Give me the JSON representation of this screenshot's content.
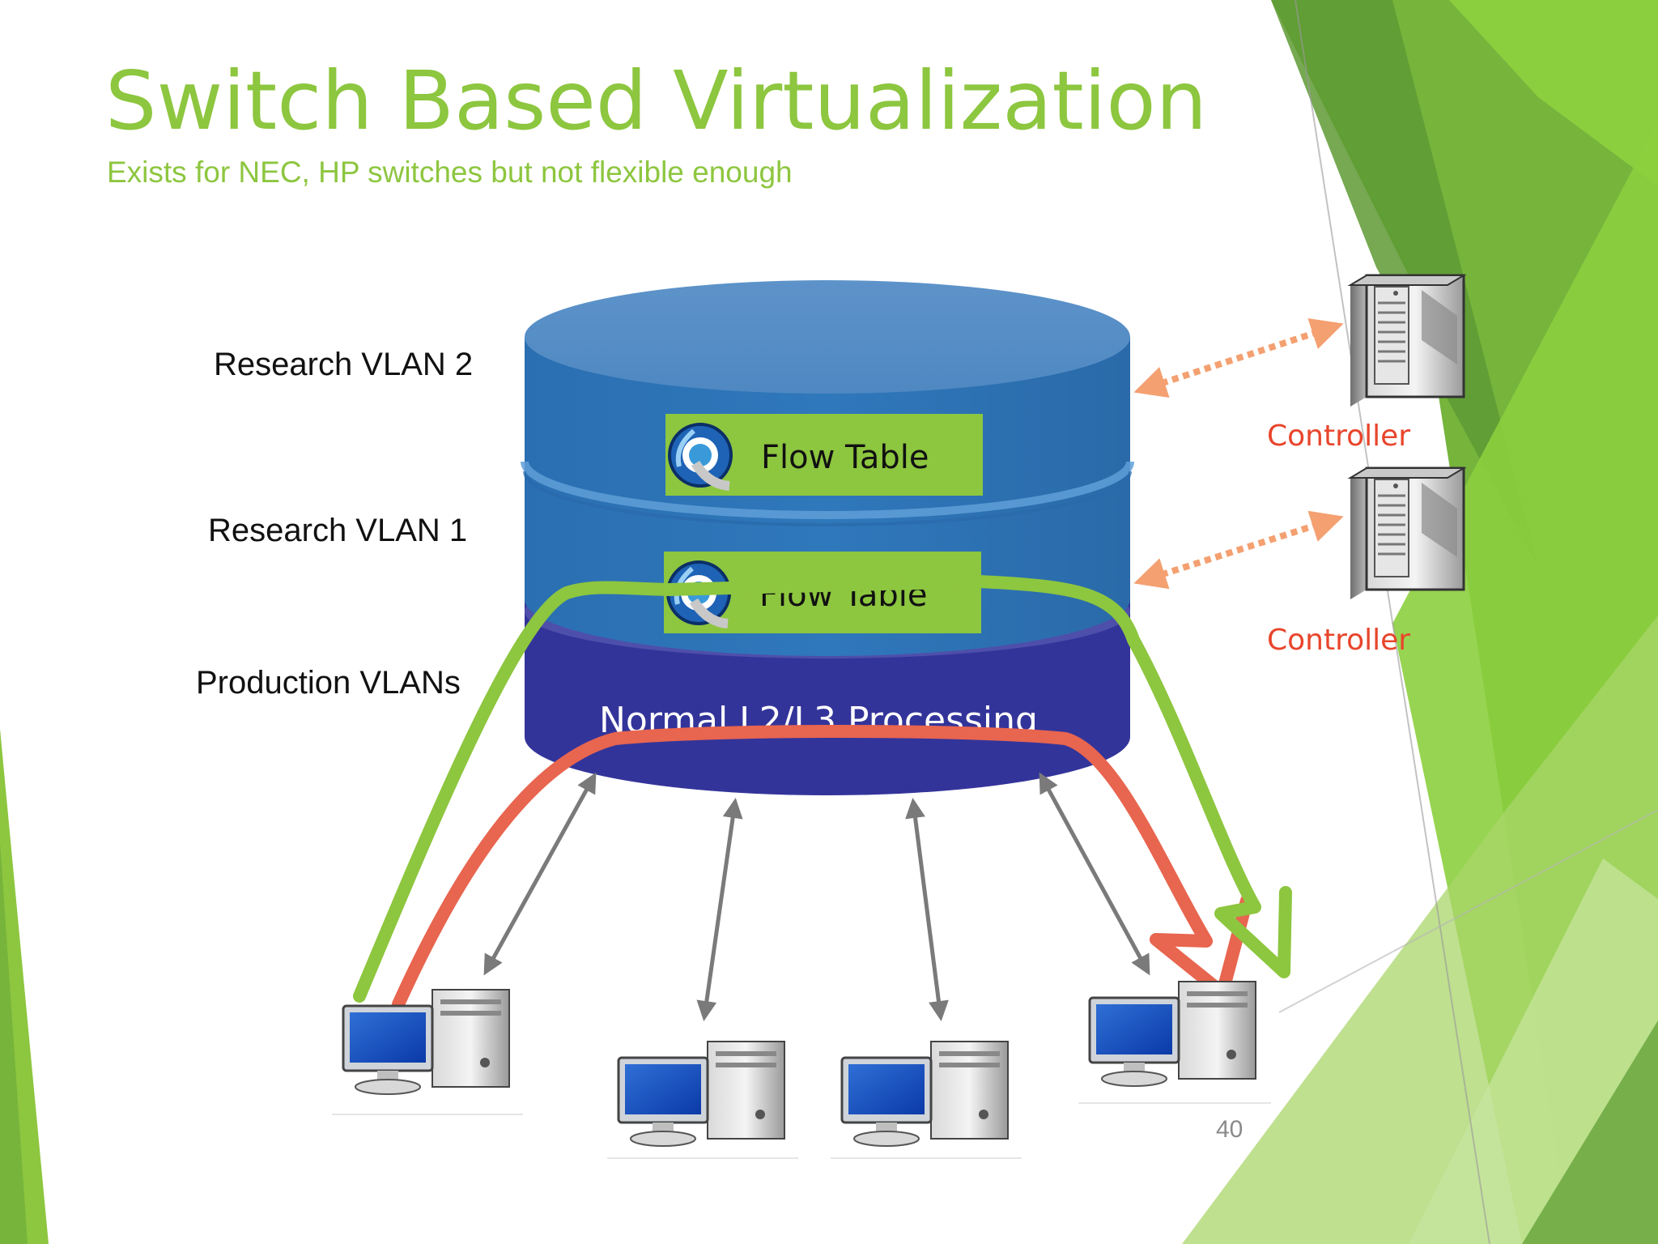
{
  "slide": {
    "title": "Switch Based Virtualization",
    "subtitle": "Exists for NEC, HP switches but not flexible enough",
    "page_number": "40"
  },
  "layers": {
    "research_vlan_2": "Research VLAN 2",
    "research_vlan_1": "Research VLAN 1",
    "production_vlans": "Production VLANs"
  },
  "flow_tables": {
    "top": "Flow Table",
    "bottom": "Flow Table"
  },
  "processing_label": "Normal L2/L3 Processing",
  "controllers": {
    "top": "Controller",
    "bottom": "Controller"
  },
  "icons": [
    "server-icon",
    "computer-icon",
    "flow-table-icon"
  ],
  "colors": {
    "accent_green": "#8dc63f",
    "path_green": "#8dc63f",
    "path_red": "#e8654f",
    "controller_text": "#e8452c",
    "controller_link": "#f4a071",
    "layer_blue": "#2e75b6",
    "layer_navy": "#33349a"
  }
}
